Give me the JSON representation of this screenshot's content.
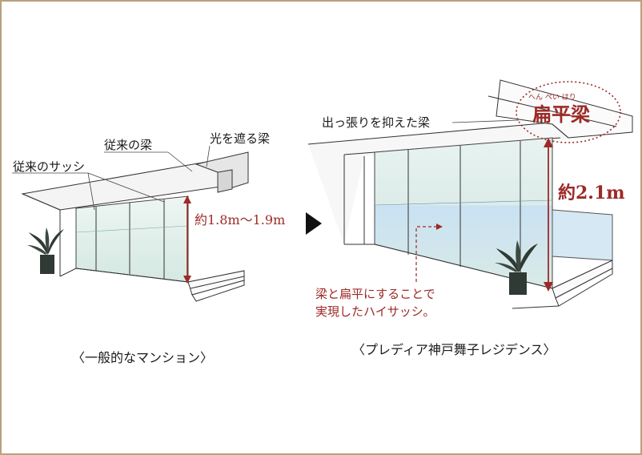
{
  "left": {
    "caption": "〈一般的なマンション〉",
    "label_sash": "従来のサッシ",
    "label_beam": "従来の梁",
    "label_light_beam": "光を遮る梁",
    "height_label": "約1.8m〜1.9m"
  },
  "right": {
    "caption": "〈プレディア神戸舞子レジデンス〉",
    "label_suppressed_beam": "出っ張りを抑えた梁",
    "beam_name": "扁平梁",
    "beam_ruby": "へん ぺい はり",
    "height_label": "約2.1m",
    "note_line1": "梁と扁平にすることで",
    "note_line2": "実現したハイサッシ。"
  },
  "colors": {
    "frame": "#b8a27c",
    "accent": "#9c2a26",
    "glass": "#d8ece6",
    "sky": "#cfe3f3",
    "plant": "#2f3a34"
  }
}
